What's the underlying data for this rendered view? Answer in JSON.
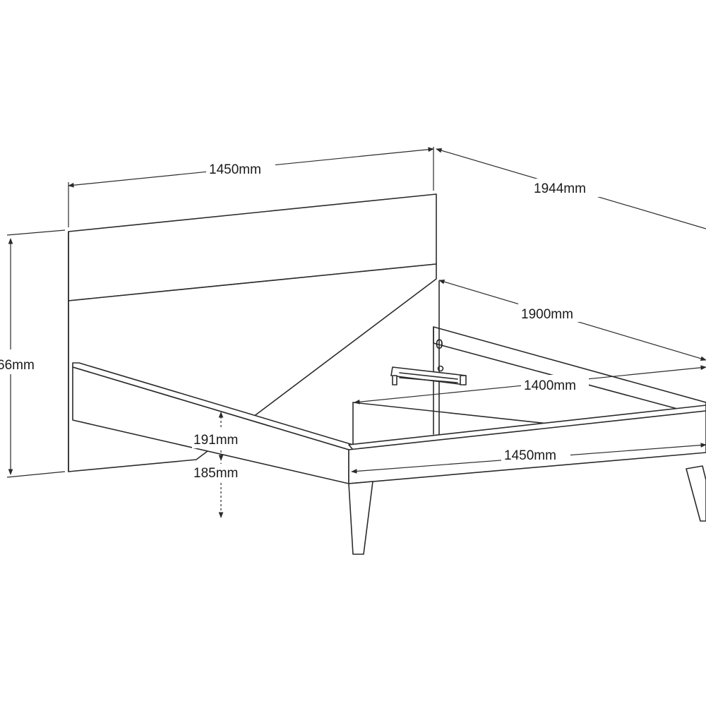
{
  "dimensions": {
    "headboard_width": "1450mm",
    "overall_length": "1944mm",
    "mattress_length": "1900mm",
    "mattress_width": "1400mm",
    "frame_width": "1450mm",
    "overall_height": "66mm",
    "rail_height": "191mm",
    "leg_height": "185mm",
    "footboard_mark": "0"
  }
}
